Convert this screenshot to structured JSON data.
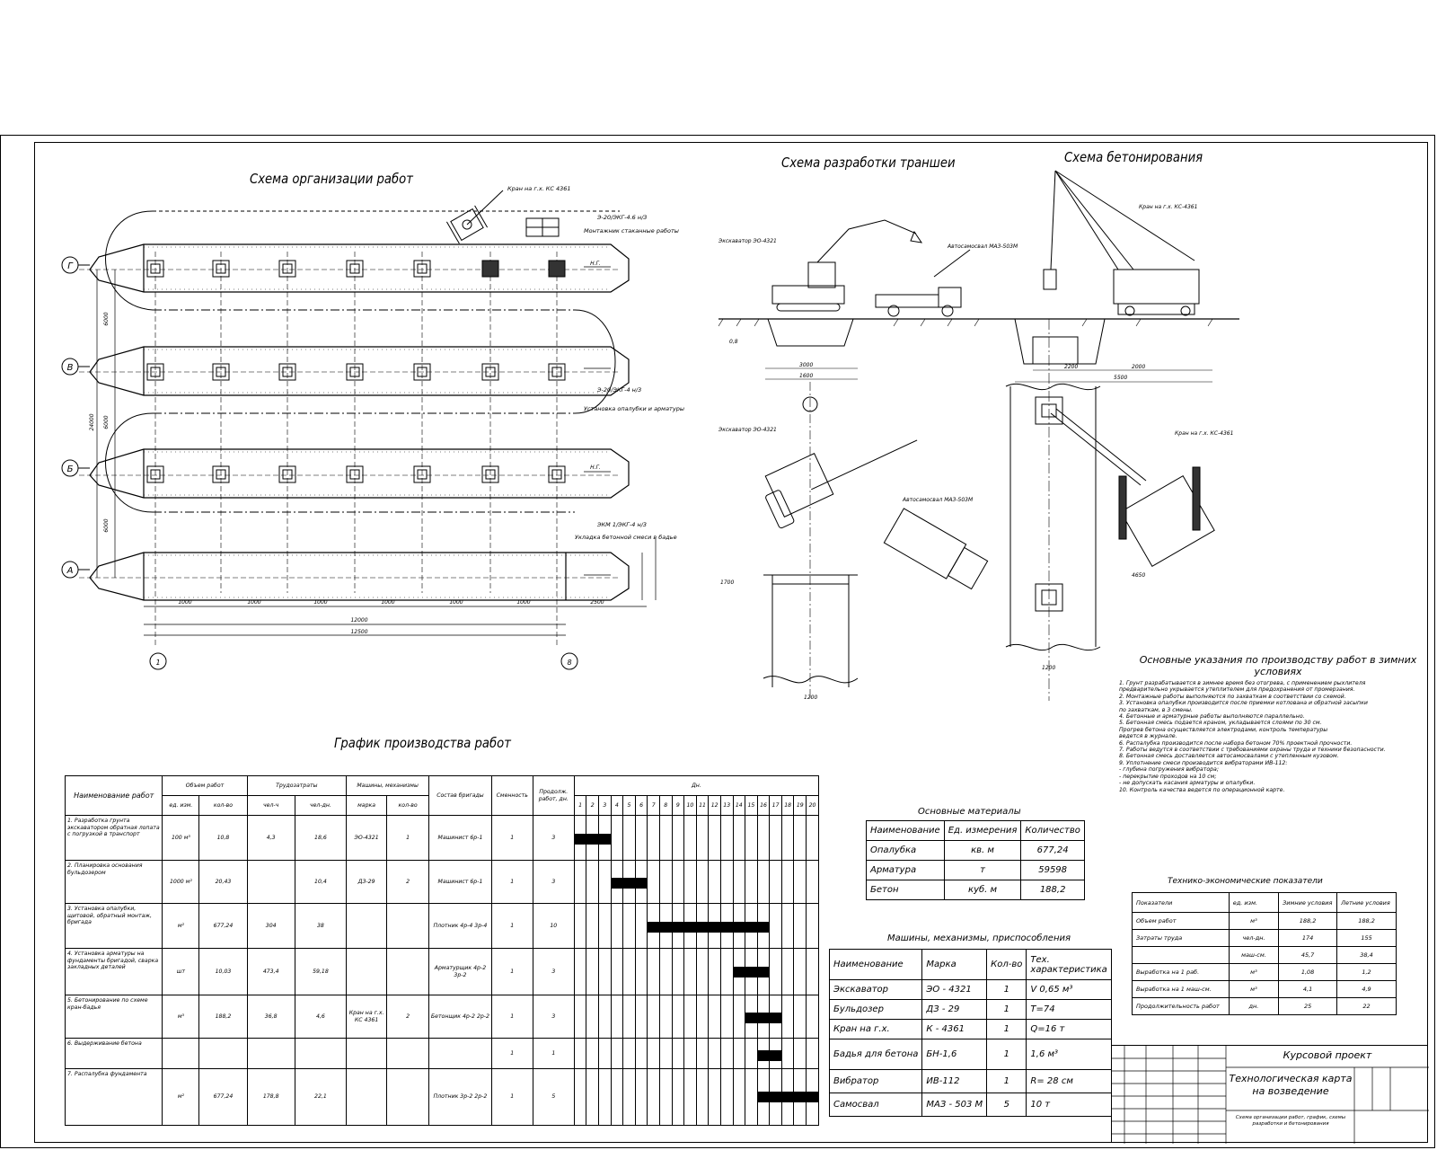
{
  "titles": {
    "organization": "Схема организации работ",
    "trench": "Схема разработки траншеи",
    "concreting": "Схема бетонирования",
    "schedule": "График производства работ"
  },
  "plan": {
    "axes_left": [
      "Г",
      "В",
      "Б",
      "А"
    ],
    "axes_bottom": [
      "1",
      "8"
    ],
    "dims_bottom": [
      "1000",
      "1000",
      "1000",
      "1000",
      "1000",
      "1000",
      "2500",
      "12000",
      "12500"
    ],
    "dims_left": [
      "6000",
      "6000",
      "6000",
      "24000"
    ],
    "arrow_label": "Н.Г.",
    "callouts": [
      {
        "title": "Кран на г.х. КС 4361",
        "sub": ""
      },
      {
        "title": "Э-20/ЭКГ-4.6 н/3",
        "sub": "Монтажник стаканные работы"
      },
      {
        "title": "Э-20/ЭКГ-4 н/3",
        "sub": "Установка опалубки и арматуры"
      },
      {
        "title": "ЭКМ 1/ЭКГ-4 н/3",
        "sub": "Укладка бетонной смеси в бадье"
      }
    ]
  },
  "trench": {
    "labels": [
      "Экскаватор ЭО-4321",
      "Автосамосвал МАЗ-503М",
      "Экскаватор ЭО-4321",
      "Автосамосвал МАЗ-503М",
      "Кран на г.х. КС-4361",
      "Кран на г.х. КС-4361"
    ],
    "dims": [
      "0,8",
      "3000",
      "1600",
      "5500",
      "2000",
      "2200",
      "4650",
      "1200",
      "1200",
      "1700"
    ]
  },
  "notes": {
    "title": "Основные указания по производству работ в зимних условиях",
    "items": [
      "1. Грунт разрабатывается в зимнее время без отогрева, с применением рыхлителя",
      "   предварительно укрывается утеплителем для предохранения от промерзания.",
      "2. Монтажные работы выполняются по захваткам в соответствии со схемой.",
      "3. Установка опалубки производится после приемки котлована и обратной засыпки",
      "   по захваткам, в 3 смены.",
      "4. Бетонные и арматурные работы выполняются параллельно.",
      "5. Бетонная смесь подается краном, укладывается слоями по 30 см.",
      "   Прогрев бетона осуществляется электродами, контроль температуры",
      "   ведется в журнале.",
      "6. Распалубка производится после набора бетоном 70% проектной прочности.",
      "7. Работы ведутся в соответствии с требованиями охраны труда и техники безопасности.",
      "8. Бетонная смесь доставляется автосамосвалами с утепленным кузовом.",
      "9. Уплотнение смеси производится вибраторами ИВ-112:",
      "   - глубина погружения вибратора;",
      "   - перекрытие проходов на 10 см;",
      "   - не допускать касания арматуры и опалубки.",
      "10. Контроль качества ведется по операционной карте."
    ]
  },
  "schedule": {
    "headers": {
      "name": "Наименование работ",
      "volume": "Объем работ",
      "labor": "Трудозатраты",
      "machines": "Машины, механизмы",
      "crew": "Состав бригады",
      "shifts": "Сменность",
      "duration": "Продолж. работ, дн.",
      "days": "Дн.",
      "unit": "ед. изм.",
      "qty": "кол-во",
      "norm": "чел-ч",
      "total": "чел-дн.",
      "brand": "марка",
      "count": "кол-во"
    },
    "days": [
      "1",
      "2",
      "3",
      "4",
      "5",
      "6",
      "7",
      "8",
      "9",
      "10",
      "11",
      "12",
      "13",
      "14",
      "15",
      "16",
      "17",
      "18",
      "19",
      "20"
    ],
    "rows": [
      {
        "name": "1. Разработка грунта экскаватором обратная лопата с погрузкой в транспорт",
        "unit": "100 м³",
        "qty": "10,8",
        "norm": "4,3",
        "total": "18,6",
        "brand": "ЭО-4321",
        "count": "1",
        "crew": "Машинист 6р-1",
        "shifts": "1",
        "dur": "3"
      },
      {
        "name": "2. Планировка основания бульдозером",
        "unit": "1000 м²",
        "qty": "20,43",
        "norm": "",
        "total": "10,4",
        "brand": "ДЗ-29",
        "count": "2",
        "crew": "Машинист 6р-1",
        "shifts": "1",
        "dur": "3"
      },
      {
        "name": "3. Установка опалубки, щитовой, обратный монтаж, бригада",
        "unit": "м²",
        "qty": "677,24",
        "norm": "304",
        "total": "38",
        "brand": "",
        "count": "",
        "crew": "Плотник 4р-4 3р-4",
        "shifts": "1",
        "dur": "10"
      },
      {
        "name": "4. Установка арматуры на фундаменты бригадой, сварка закладных деталей",
        "unit": "шт",
        "qty": "10,03",
        "norm": "473,4",
        "total": "59,18",
        "brand": "",
        "count": "",
        "crew": "Арматурщик 4р-2 3р-2",
        "shifts": "1",
        "dur": "3"
      },
      {
        "name": "5. Бетонирование по схеме кран-бадья",
        "unit": "м³",
        "qty": "188,2",
        "norm": "36,8",
        "total": "4,6",
        "brand": "Кран на г.х. КС 4361",
        "count": "2",
        "crew": "Бетонщик 4р-2 2р-2",
        "shifts": "1",
        "dur": "3"
      },
      {
        "name": "6. Выдерживание бетона",
        "unit": "",
        "qty": "",
        "norm": "",
        "total": "",
        "brand": "",
        "count": "",
        "crew": "",
        "shifts": "1",
        "dur": "1"
      },
      {
        "name": "7. Распалубка фундамента",
        "unit": "м²",
        "qty": "677,24",
        "norm": "178,8",
        "total": "22,1",
        "brand": "",
        "count": "",
        "crew": "Плотник 3р-2 2р-2",
        "shifts": "1",
        "dur": "5"
      }
    ],
    "bars": [
      [
        1,
        3
      ],
      [
        4,
        6
      ],
      [
        7,
        16
      ],
      [
        14,
        16
      ],
      [
        15,
        17
      ],
      [
        16,
        17
      ],
      [
        16,
        20
      ]
    ]
  },
  "materials": {
    "title": "Основные материалы",
    "headers": [
      "Наименование",
      "Ед. измерения",
      "Количество"
    ],
    "rows": [
      [
        "Опалубка",
        "кв. м",
        "677,24"
      ],
      [
        "Арматура",
        "т",
        "59598"
      ],
      [
        "Бетон",
        "куб. м",
        "188,2"
      ]
    ]
  },
  "machines": {
    "title": "Машины, механизмы, приспособления",
    "headers": [
      "Наименование",
      "Марка",
      "Кол-во",
      "Тех. характеристика"
    ],
    "rows": [
      [
        "Экскаватор",
        "ЭО - 4321",
        "1",
        "V 0,65 м³"
      ],
      [
        "Бульдозер",
        "ДЗ - 29",
        "1",
        "Т=74"
      ],
      [
        "Кран на г.х.",
        "К - 4361",
        "1",
        "Q=16 т"
      ],
      [
        "Бадья для бетона",
        "БН-1,6",
        "1",
        "1,6 м³"
      ],
      [
        "Вибратор",
        "ИВ-112",
        "1",
        "R= 28 см"
      ],
      [
        "Самосвал",
        "МАЗ - 503 М",
        "5",
        "10 т"
      ]
    ]
  },
  "tep": {
    "title": "Технико-экономические показатели",
    "headers": [
      "Показатели",
      "ед. изм.",
      "Зимние условия",
      "Летние условия"
    ],
    "rows": [
      [
        "Объем работ",
        "м³",
        "188,2",
        "188,2"
      ],
      [
        "Затраты труда",
        "чел-дн.",
        "174",
        "155"
      ],
      [
        "",
        "маш-см.",
        "45,7",
        "38,4"
      ],
      [
        "Выработка на 1 раб.",
        "м³",
        "1,08",
        "1,2"
      ],
      [
        "Выработка на 1 маш-см.",
        "м³",
        "4,1",
        "4,9"
      ],
      [
        "Продолжительность работ",
        "дн.",
        "25",
        "22"
      ]
    ]
  },
  "stamp": {
    "project": "Курсовой проект",
    "title_line1": "Технологическая карта",
    "title_line2": "на возведение",
    "sub": "Схема организации работ, график, схемы разработки и бетонирования"
  },
  "colors": {
    "ink": "#000000",
    "paper": "#ffffff"
  }
}
